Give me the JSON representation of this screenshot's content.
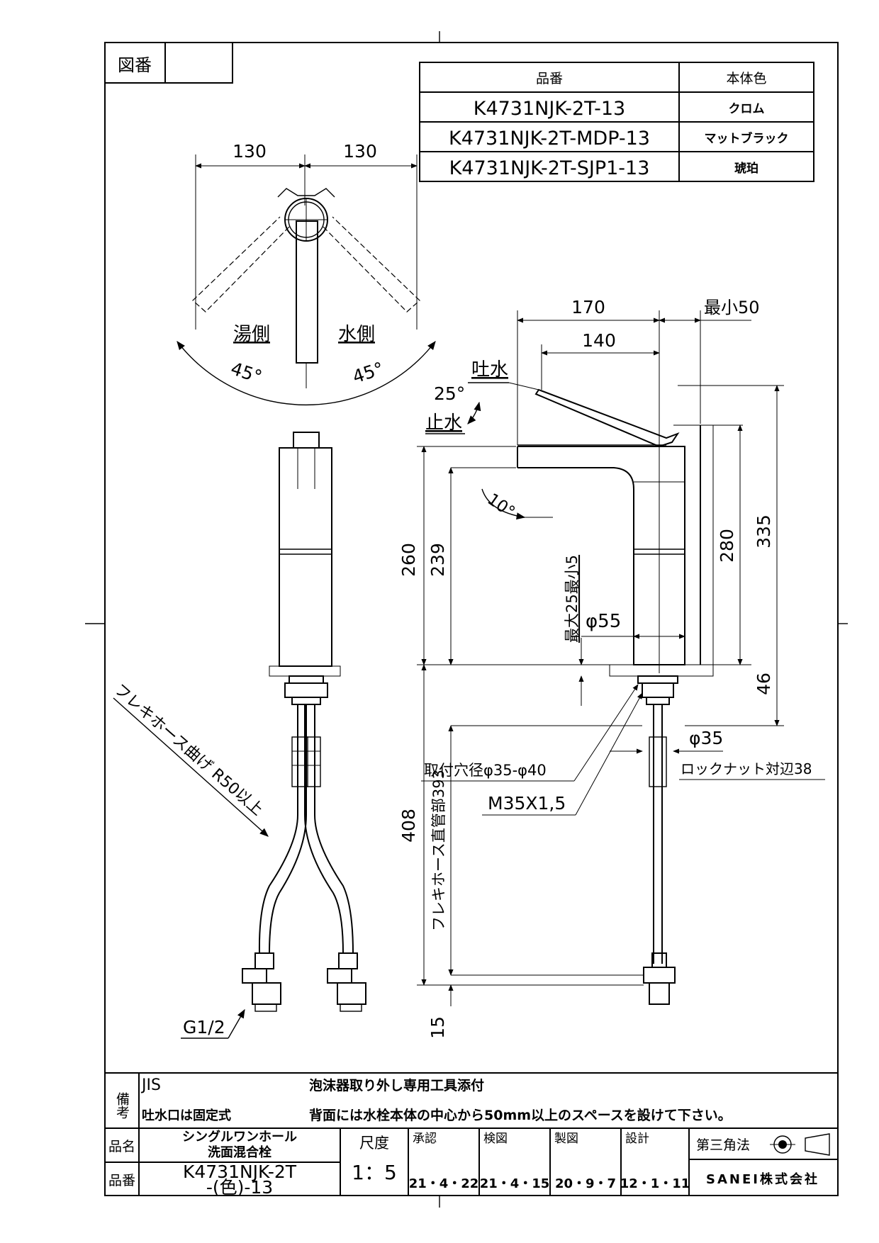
{
  "header": {
    "zuban_label": "図番",
    "zuban_value": ""
  },
  "product_table": {
    "col_headers": [
      "品番",
      "本体色"
    ],
    "rows": [
      {
        "code": "K4731NJK-2T-13",
        "color": "クロム"
      },
      {
        "code": "K4731NJK-2T-MDP-13",
        "color": "マットブラック"
      },
      {
        "code": "K4731NJK-2T-SJP1-13",
        "color": "琥珀"
      }
    ]
  },
  "top_view": {
    "dim_left": "130",
    "dim_right": "130",
    "hot_label": "湯側",
    "cold_label": "水側",
    "angle_left": "45°",
    "angle_right": "45°"
  },
  "side_view": {
    "spout_dim": "170",
    "spout_inner_dim": "140",
    "min_clearance": "最小50",
    "water_on": "吐水",
    "lever_angle": "25°",
    "water_off": "止水",
    "spout_angle": "10°",
    "height_260": "260",
    "height_239": "239",
    "height_280": "280",
    "height_335": "335",
    "height_46": "46",
    "height_408": "408",
    "height_15": "15",
    "counter_thickness": "最大25最小5",
    "body_dia": "φ55",
    "shank_dia": "φ35",
    "locknut": "ロックナット対辺38",
    "mount_hole": "取付穴径φ35-φ40",
    "thread": "M35X1,5",
    "hose_straight": "フレキホース直管部393"
  },
  "front_view": {
    "hose_bend": "フレキホース曲げ R50以上",
    "connector": "G1/2"
  },
  "notes": {
    "label": "備考",
    "jis": "JIS",
    "spout_fixed": "吐水口は固定式",
    "aerator_tool": "泡沫器取り外し専用工具添付",
    "rear_space": "背面には水栓本体の中心から50mm以上のスペースを設けて下さい。"
  },
  "title_block": {
    "name_label": "品名",
    "name_value": [
      "シングルワンホール",
      "洗面混合栓"
    ],
    "code_label": "品番",
    "code_value": [
      "K4731NJK-2T",
      "-(色)-13"
    ],
    "scale_label": "尺度",
    "scale_value": "1：5",
    "approved_label": "承認",
    "approved_date": "21・4・22",
    "checked_label": "検図",
    "checked_date": "21・4・15",
    "drawn_label": "製図",
    "drawn_date": "20・9・7",
    "design_label": "設計",
    "design_date": "12・1・11",
    "projection": "第三角法",
    "company": "SANEI株式会社"
  }
}
